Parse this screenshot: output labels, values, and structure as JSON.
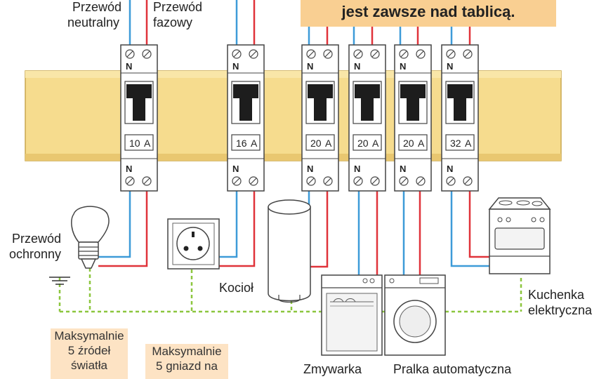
{
  "banner": "jest zawsze nad tablicą.",
  "labels": {
    "neutral_wire": [
      "Przewód",
      "neutralny"
    ],
    "phase_wire": [
      "Przewód",
      "fazowy"
    ],
    "protective_wire": [
      "Przewód",
      "ochronny"
    ],
    "boiler": "Kocioł",
    "dishwasher": "Zmywarka",
    "washing_machine": "Pralka automatyczna",
    "electric_stove": [
      "Kuchenka",
      "elektryczna"
    ]
  },
  "notes": {
    "lights": [
      "Maksymalnie",
      "5 źródeł",
      "światła"
    ],
    "sockets": [
      "Maksymalnie",
      "5 gniazd na"
    ]
  },
  "terminal_letter": "N",
  "breakers": [
    {
      "rating": "10",
      "unit": "A"
    },
    {
      "rating": "16",
      "unit": "A"
    },
    {
      "rating": "20",
      "unit": "A"
    },
    {
      "rating": "20",
      "unit": "A"
    },
    {
      "rating": "20",
      "unit": "A"
    },
    {
      "rating": "32",
      "unit": "A"
    }
  ],
  "colors": {
    "neutral": "#3d9bd8",
    "phase": "#e0333a",
    "protective": "#8cc63e",
    "rail": "#f6dc8e",
    "note_bg": "#fde3c4",
    "banner_bg": "#f9cf92"
  }
}
